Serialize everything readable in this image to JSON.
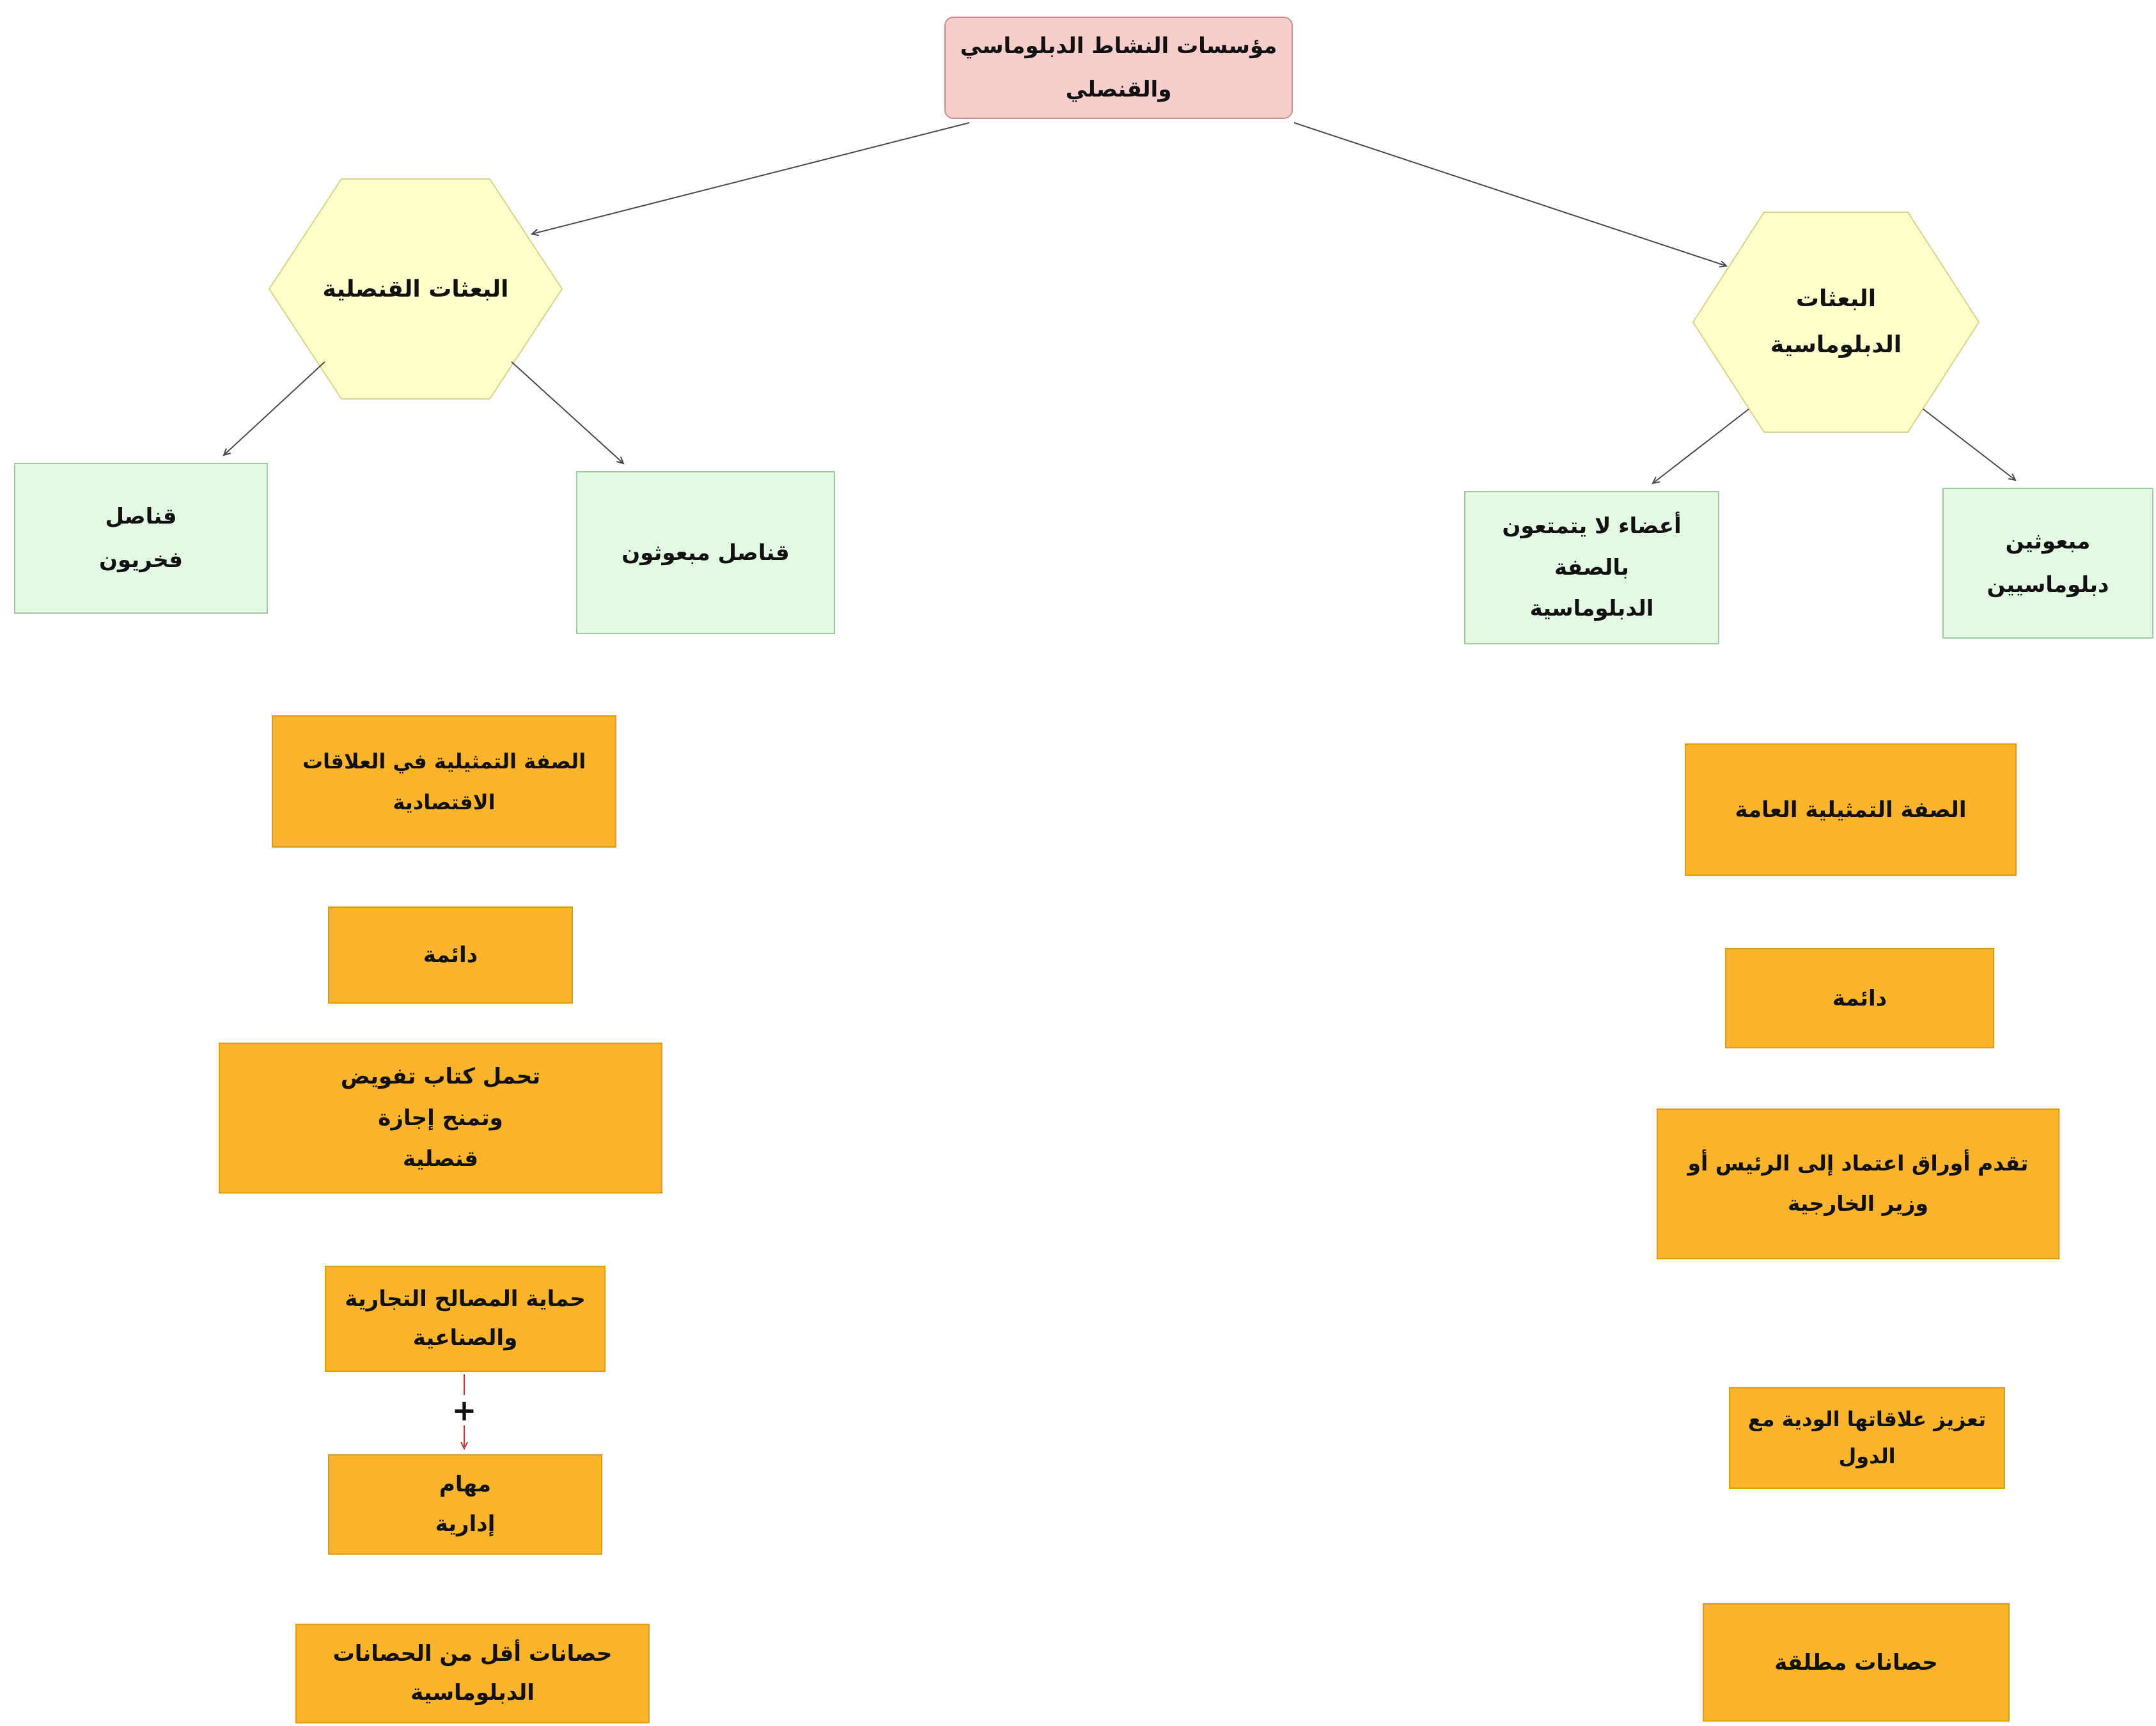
{
  "colors": {
    "root_fill": "#f8cecc",
    "root_border": "#c98f8f",
    "hex_fill": "#ffffcc",
    "hex_border": "#d6d68a",
    "green_fill": "#e3f9e3",
    "green_border": "#9ccc9c",
    "orange_fill": "#fcb42c",
    "orange_border": "#e09c10",
    "edge": "#4a4a4a",
    "plus_edge": "#cc3333"
  },
  "root": {
    "line1": "مؤسسات النشاط الدبلوماسي",
    "line2": "والقنصلي"
  },
  "consular": {
    "hex": "البعثات القنصلية",
    "child_honorary": {
      "line1": "قناصل",
      "line2": "فخريون"
    },
    "child_envoy": {
      "line1": "قناصل مبعوثون"
    },
    "attrs": {
      "a1": "الصفة التمثيلية في العلاقات الاقتصادية",
      "a2": "دائمة",
      "a3_line1": "تحمل كتاب تفويض",
      "a3_line2": "وتمنح إجازة",
      "a3_line3": "قنصلية",
      "a4_line1": "حماية المصالح التجارية",
      "a4_line2": "والصناعية",
      "plus": "+",
      "a5_line1": "مهام",
      "a5_line2": "إدارية",
      "a6_line1": "حصانات أقل من الحصانات",
      "a6_line2": "الدبلوماسية"
    }
  },
  "diplomatic": {
    "hex_line1": "البعثات",
    "hex_line2": "الدبلوماسية",
    "child_nondiplomatic": {
      "line1": "أعضاء لا يتمتعون",
      "line2": "بالصفة",
      "line3": "الدبلوماسية"
    },
    "child_envoys": {
      "line1": "مبعوثين",
      "line2": "دبلوماسيين"
    },
    "attrs": {
      "a1": "الصفة التمثيلية العامة",
      "a2": "دائمة",
      "a3_line1": "تقدم أوراق اعتماد إلى الرئيس أو",
      "a3_line2": "وزير الخارجية",
      "a4_line1": "تعزيز علاقاتها الودية مع",
      "a4_line2": "الدول",
      "a5": "حصانات مطلقة"
    }
  }
}
